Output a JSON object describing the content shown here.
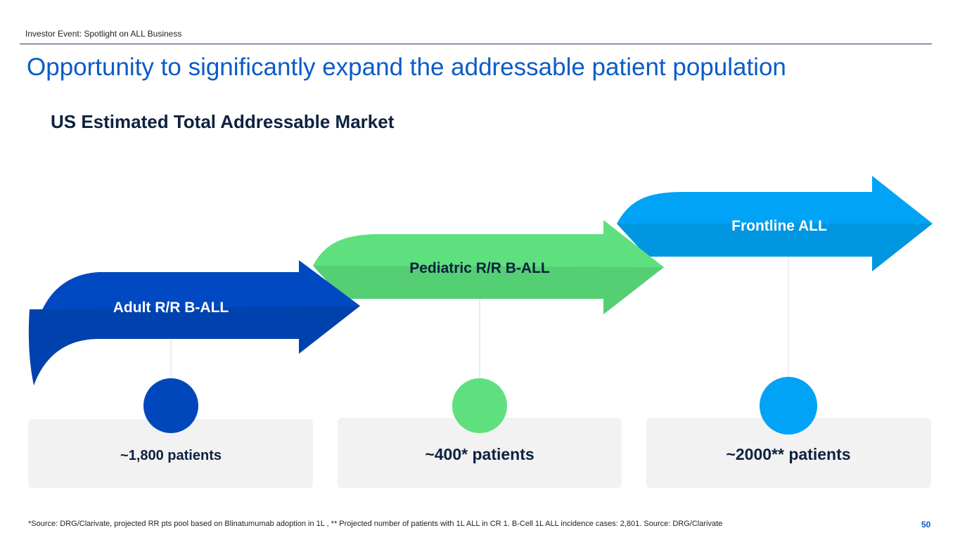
{
  "header": {
    "event": "Investor Event: Spotlight on ALL Business",
    "title": "Opportunity to significantly expand the addressable patient population",
    "subtitle": "US Estimated Total Addressable Market"
  },
  "segments": [
    {
      "label": "Adult R/R B-ALL",
      "patients": "~1,800 patients",
      "color": "#0047bb"
    },
    {
      "label": "Pediatric R/R B-ALL",
      "patients": "~400* patients",
      "color": "#5ee07f"
    },
    {
      "label": "Frontline ALL",
      "patients": "~2000** patients",
      "color": "#00a3f5"
    }
  ],
  "footer": {
    "note": "*Source: DRG/Clarivate, projected RR pts pool based on Blinatumumab adoption in 1L , ** Projected number of patients with 1L ALL in CR 1.  B-Cell 1L ALL incidence cases: 2,801. Source: DRG/Clarivate",
    "page": "50"
  }
}
